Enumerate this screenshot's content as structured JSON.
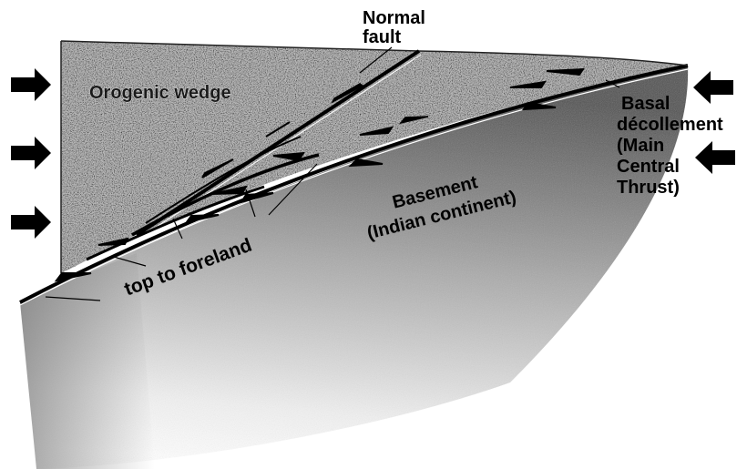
{
  "labels": {
    "normal_fault_line1": "Normal",
    "normal_fault_line2": "fault",
    "orogenic_wedge": "Orogenic wedge",
    "basal_line1": "Basal",
    "basal_line2": "décollement",
    "basal_line3": "(Main",
    "basal_line4": "Central",
    "basal_line5": "Thrust)",
    "basement_line1": "Basement",
    "basement_line2": "(Indian continent)",
    "top_to_foreland": "top to foreland"
  },
  "colors": {
    "wedge_fill": "#b8b8b8",
    "basement_dark": "#5a5a5a",
    "basement_light": "#ffffff",
    "line": "#000000"
  },
  "icons": {
    "compression_arrow": "thick-right-arrow",
    "compression_arrow_left": "thick-left-arrow"
  }
}
